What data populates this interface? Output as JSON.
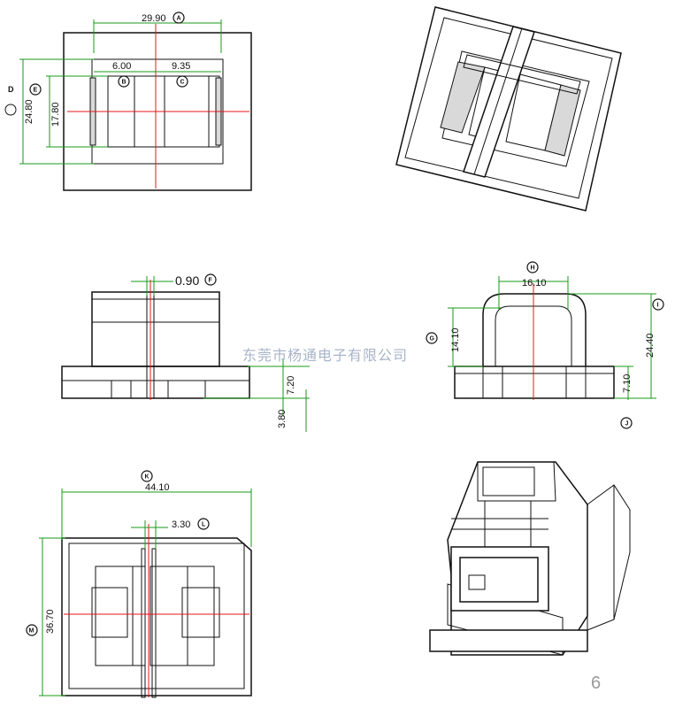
{
  "dimensions": {
    "A": "29.90",
    "B": "6.00",
    "C": "9.35",
    "D": "24.80",
    "E": "17.80",
    "F": "0.90",
    "side_h1": "7.20",
    "side_h2": "3.80",
    "H": "16.10",
    "G": "14.10",
    "I": "24.40",
    "J": "7.10",
    "K": "44.10",
    "L": "3.30",
    "M": "36.70"
  },
  "labels": {
    "A": "A",
    "B": "B",
    "C": "C",
    "D": "D",
    "E": "E",
    "F": "F",
    "G": "G",
    "H": "H",
    "I": "I",
    "J": "J",
    "K": "K",
    "L": "L",
    "M": "M"
  },
  "watermark": "东莞市杨通电子有限公司",
  "page_number": "6",
  "colors": {
    "dimension": "#1a9a1a",
    "centerline": "#e8141b",
    "outline": "#111111"
  }
}
